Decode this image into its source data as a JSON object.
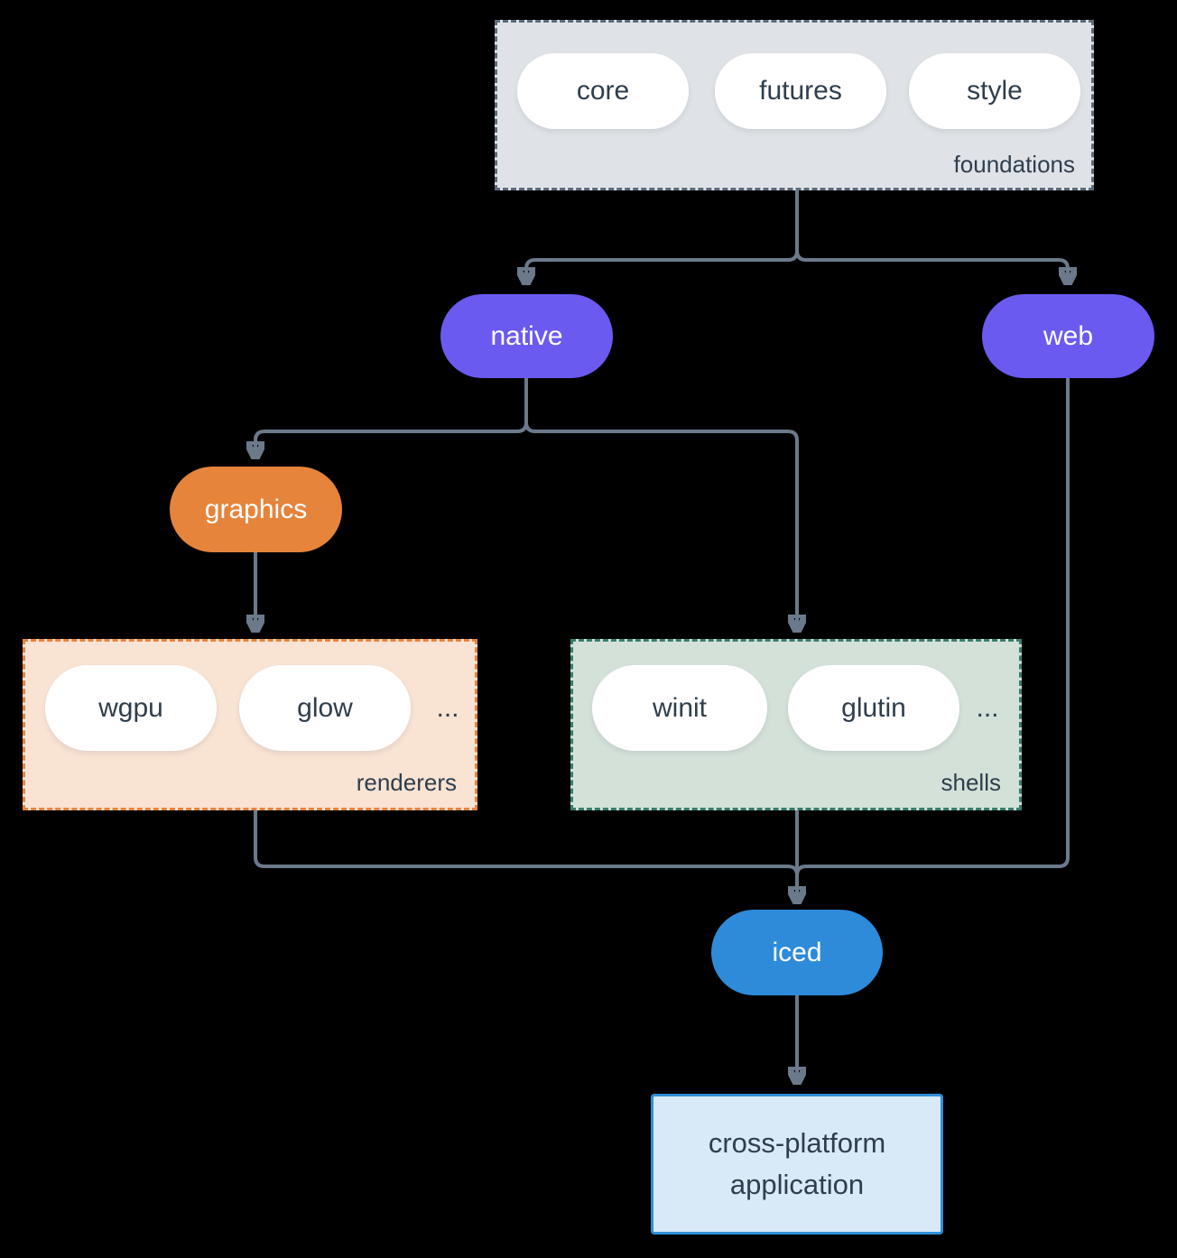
{
  "diagram": {
    "background": "#000000",
    "connector_color": "#6b7a8a",
    "foundations": {
      "label": "foundations",
      "fill": "#dfe3e7",
      "border": "#5c6b7a",
      "pills": [
        "core",
        "futures",
        "style"
      ]
    },
    "native": {
      "label": "native",
      "fill": "#6a5af0",
      "text_color": "#ffffff"
    },
    "web": {
      "label": "web",
      "fill": "#6a5af0",
      "text_color": "#ffffff"
    },
    "graphics": {
      "label": "graphics",
      "fill": "#e6843b",
      "text_color": "#ffffff"
    },
    "renderers": {
      "label": "renderers",
      "fill": "#f9e3d3",
      "border": "#e8823e",
      "pills": [
        "wgpu",
        "glow"
      ],
      "ellipsis": "..."
    },
    "shells": {
      "label": "shells",
      "fill": "#d3e1d9",
      "border": "#3a7c6c",
      "pills": [
        "winit",
        "glutin"
      ],
      "ellipsis": "..."
    },
    "iced": {
      "label": "iced",
      "fill": "#2d8bd9",
      "text_color": "#ffffff"
    },
    "application": {
      "label": "cross-platform application",
      "fill": "#d8e9f8",
      "border": "#2e8fd9"
    }
  }
}
